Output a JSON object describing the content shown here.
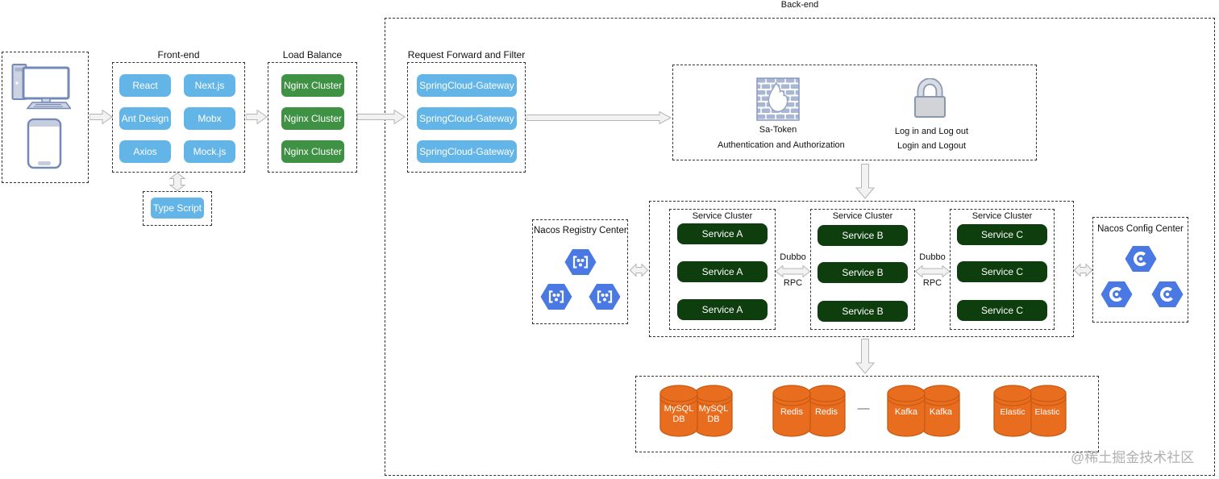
{
  "backend": {
    "label": "Back-end"
  },
  "frontend": {
    "title": "Front-end",
    "items": [
      "React",
      "Next.js",
      "Ant Design",
      "Mobx",
      "Axios",
      "Mock.js"
    ],
    "typescript_label": "Type Script"
  },
  "load_balance": {
    "title": "Load Balance",
    "items": [
      "Nginx Cluster",
      "Nginx Cluster",
      "Nginx Cluster"
    ]
  },
  "gateway": {
    "title": "Request Forward and Filter",
    "items": [
      "SpringCloud-Gateway",
      "SpringCloud-Gateway",
      "SpringCloud-Gateway"
    ]
  },
  "auth": {
    "satoken_title": "Sa-Token",
    "satoken_subtitle": "Authentication and Authorization",
    "login_title": "Log in and Log out",
    "login_subtitle": "Login and Logout"
  },
  "registry": {
    "title": "Nacos Registry Center"
  },
  "config_center": {
    "title": "Nacos Config Center"
  },
  "clusters": [
    {
      "title": "Service Cluster",
      "items": [
        "Service A",
        "Service A",
        "Service A"
      ]
    },
    {
      "title": "Service Cluster",
      "items": [
        "Service B",
        "Service B",
        "Service B"
      ]
    },
    {
      "title": "Service Cluster",
      "items": [
        "Service C",
        "Service C",
        "Service C"
      ]
    }
  ],
  "rpc_links": [
    {
      "top": "Dubbo",
      "bottom": "RPC"
    },
    {
      "top": "Dubbo",
      "bottom": "RPC"
    }
  ],
  "datastores": {
    "groups": [
      {
        "items": [
          "MySQL DB",
          "MySQL DB"
        ]
      },
      {
        "items": [
          "Redis",
          "Redis"
        ]
      },
      {
        "items": [
          "Kafka",
          "Kafka"
        ]
      },
      {
        "items": [
          "Elastic",
          "Elastic"
        ]
      }
    ],
    "separator": "—"
  },
  "watermark": "@稀土掘金技术社区",
  "icons": {
    "client": [
      "desktop-computer",
      "smartphone"
    ],
    "auth": [
      "firewall-flame",
      "padlock"
    ],
    "registry_node": "nacos-hexagon-nodes",
    "config_node": "nacos-hexagon-gear",
    "datastore": "database-cylinder"
  },
  "colors": {
    "blue_button": "#62b5e6",
    "green_button": "#3f9144",
    "dark_green_button": "#0e3e0e",
    "db_orange": "#e96d1f",
    "hexagon_blue": "#4a79e4"
  }
}
